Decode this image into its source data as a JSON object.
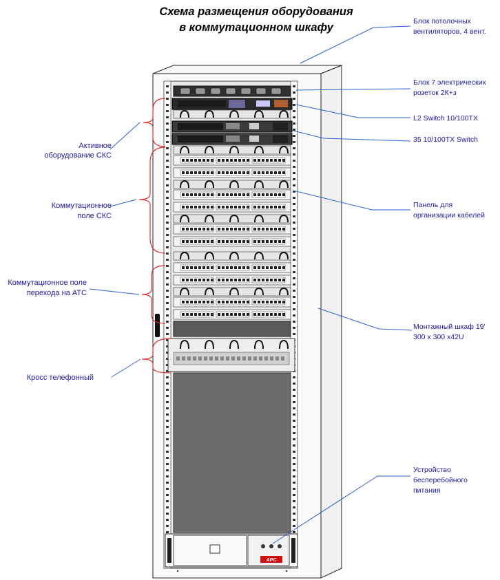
{
  "title": {
    "line1": "Схема размещения оборудования",
    "line2": "в коммутационном шкафу"
  },
  "right_labels": {
    "fans": [
      "Блок потолочных",
      "вентиляторов,  4 вент."
    ],
    "sockets": [
      "Блок 7 электрических",
      "розеток 2К+з"
    ],
    "l2switch": "L2 Switch      10/100TX",
    "switch35": "35 10/100TX Switch",
    "cable_panel": [
      "Панель для",
      "организации кабелей"
    ],
    "cabinet": [
      "Монтажный шкаф 19'",
      "300 х 300 х42U"
    ],
    "ups": [
      "Устройство",
      "бесперебойного",
      "питания"
    ]
  },
  "left_labels": {
    "active": [
      "Активное",
      "оборудование СКС"
    ],
    "patch_field": [
      "Коммутационное",
      "поле СКС"
    ],
    "pbx_field": [
      "Коммутационное поле",
      "перехода на АТС"
    ],
    "phone_cross": "Кросс телефонный"
  },
  "ups_brand": "APC",
  "colors": {
    "leader": "#2f5fd0",
    "brace": "#e03030",
    "label_text": "#1a1a9a",
    "cabinet_side": "#f4f4f4",
    "panel_dark": "#555555",
    "blank_plate": "#6b6b6b"
  }
}
